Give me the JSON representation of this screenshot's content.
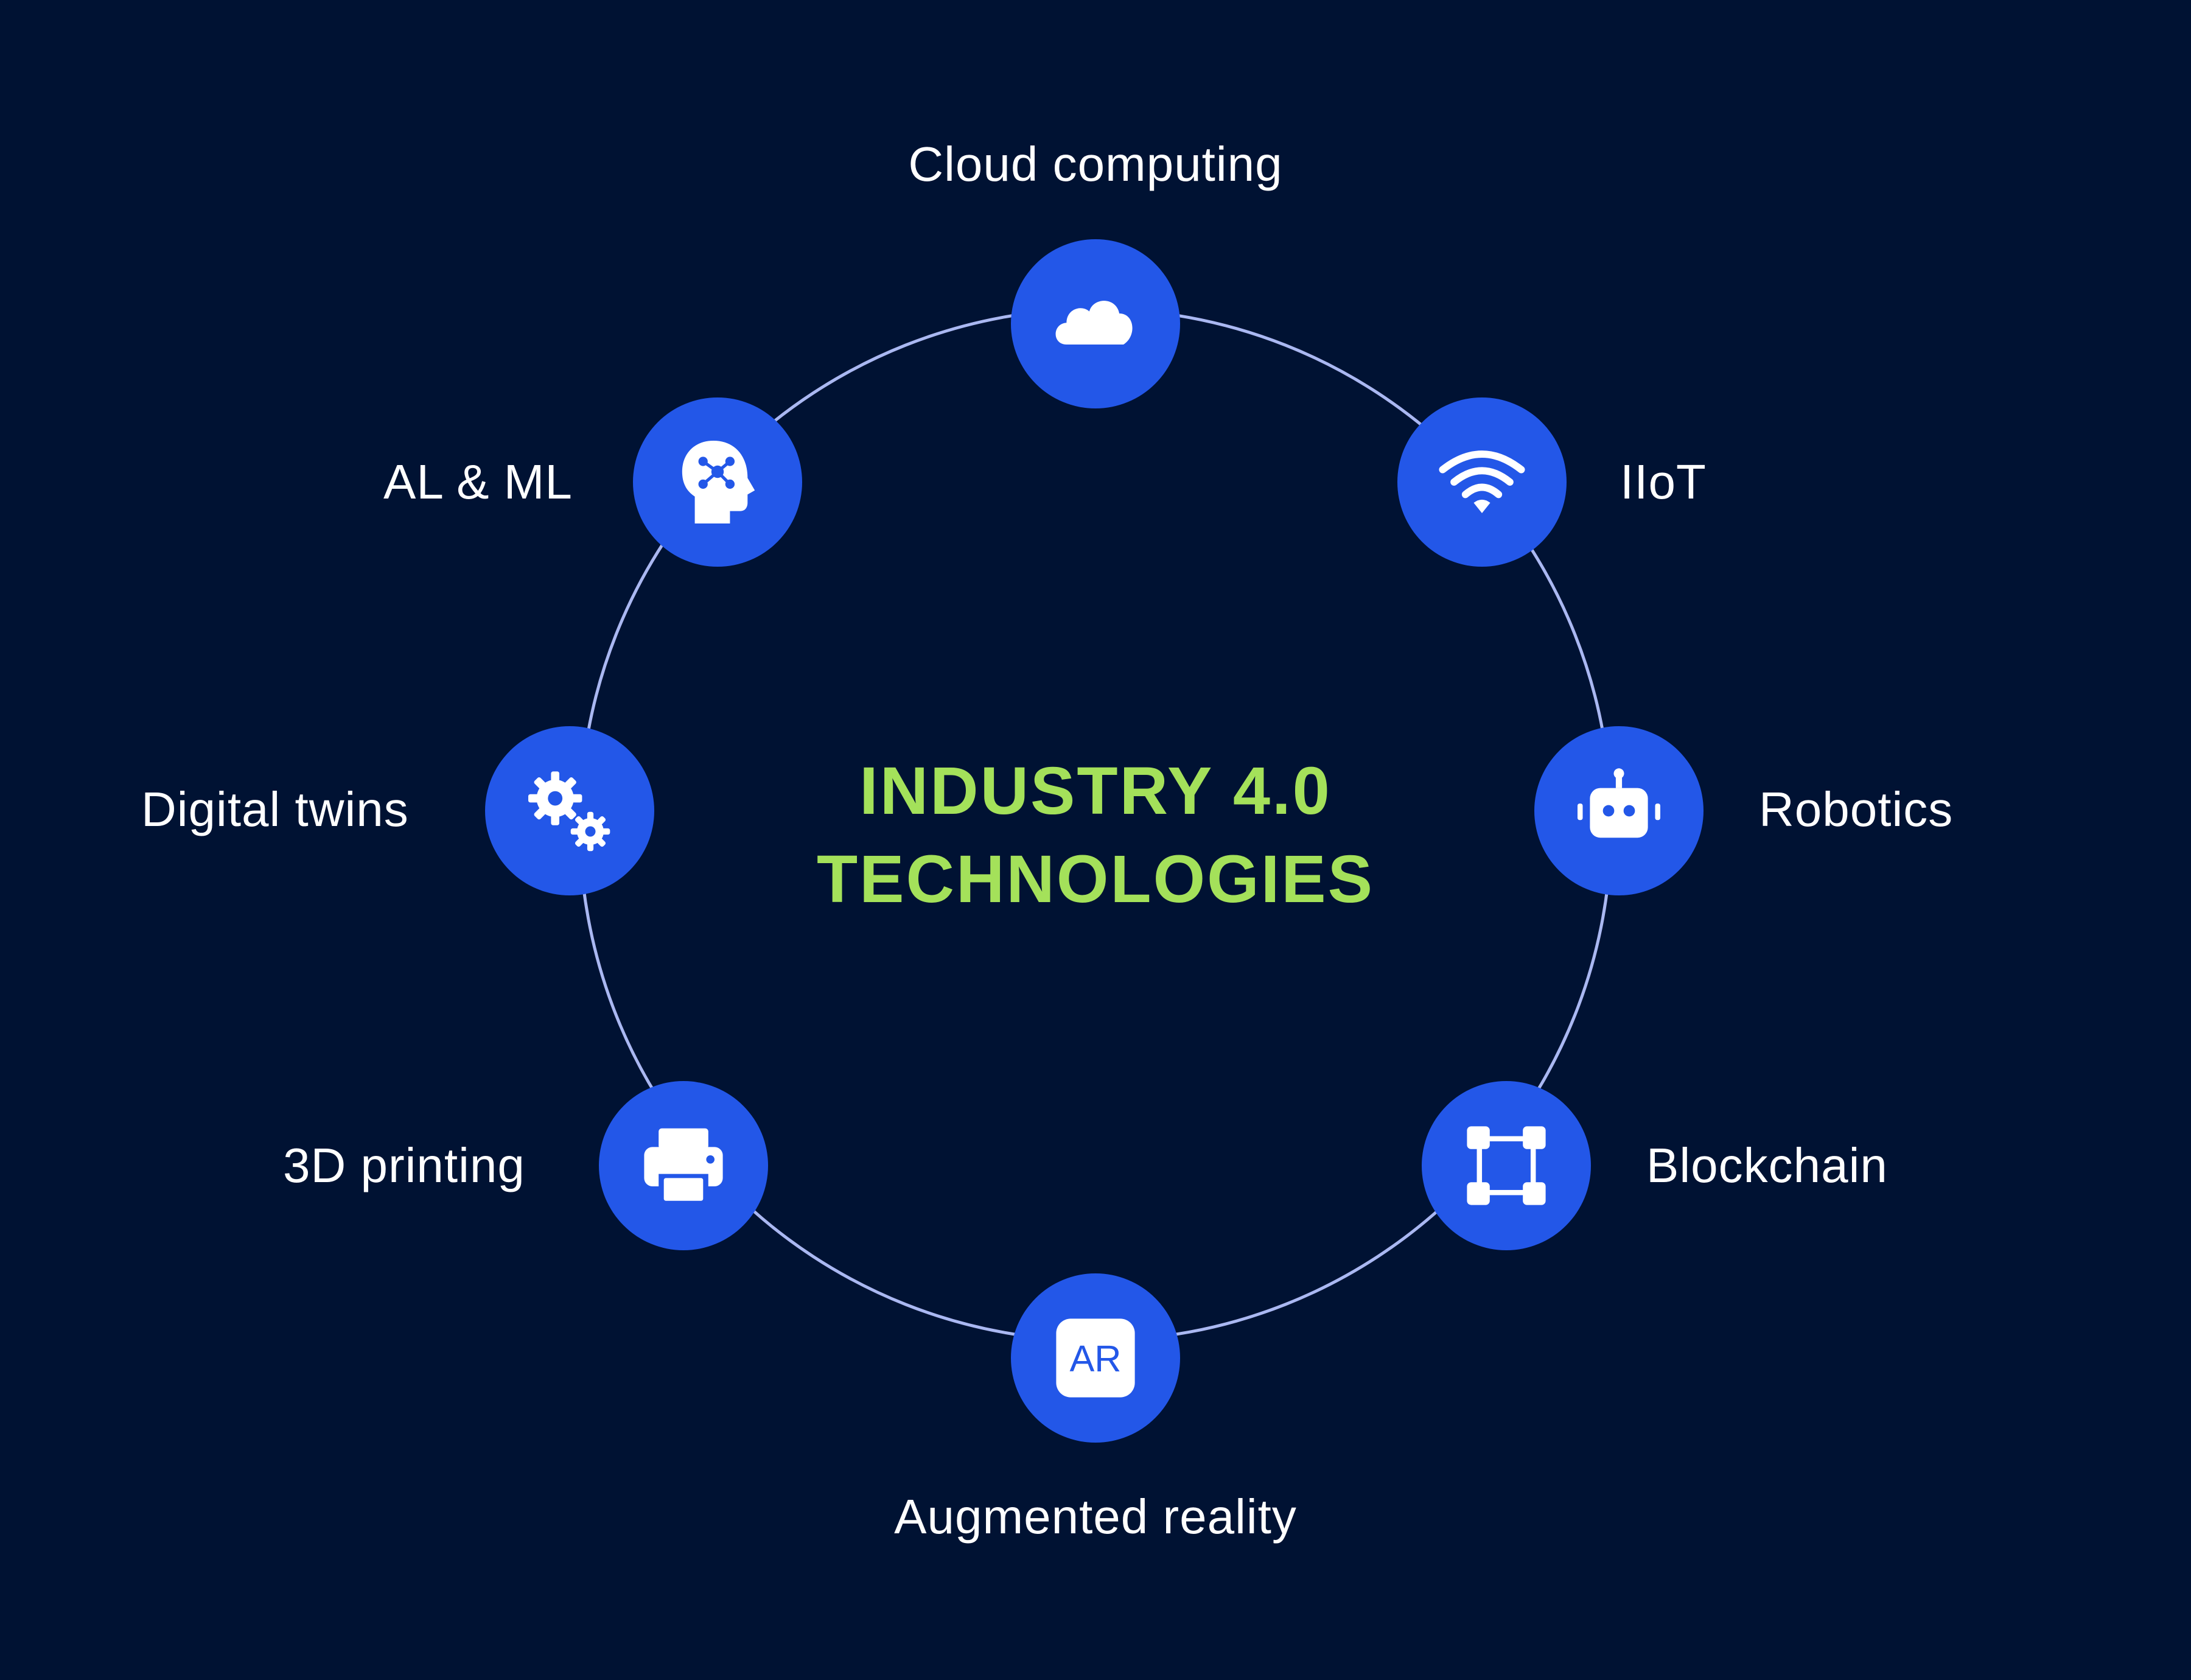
{
  "title": {
    "line1": "INDUSTRY 4.0",
    "line2": "TECHNOLOGIES"
  },
  "nodes": [
    {
      "label": "Cloud computing",
      "icon": "cloud-icon"
    },
    {
      "label": "IIoT",
      "icon": "wifi-icon"
    },
    {
      "label": "Robotics",
      "icon": "robot-icon"
    },
    {
      "label": "Blockchain",
      "icon": "blockchain-icon"
    },
    {
      "label": "Augmented reality",
      "icon": "ar-icon",
      "icon_text": "AR"
    },
    {
      "label": "3D printing",
      "icon": "printer-icon"
    },
    {
      "label": "Digital twins",
      "icon": "gears-icon"
    },
    {
      "label": "AL & ML",
      "icon": "ai-head-icon"
    }
  ],
  "colors": {
    "background": "#001233",
    "node": "#2357e8",
    "ring": "#aab8f2",
    "title": "#a4e15a",
    "label": "#ffffff"
  }
}
